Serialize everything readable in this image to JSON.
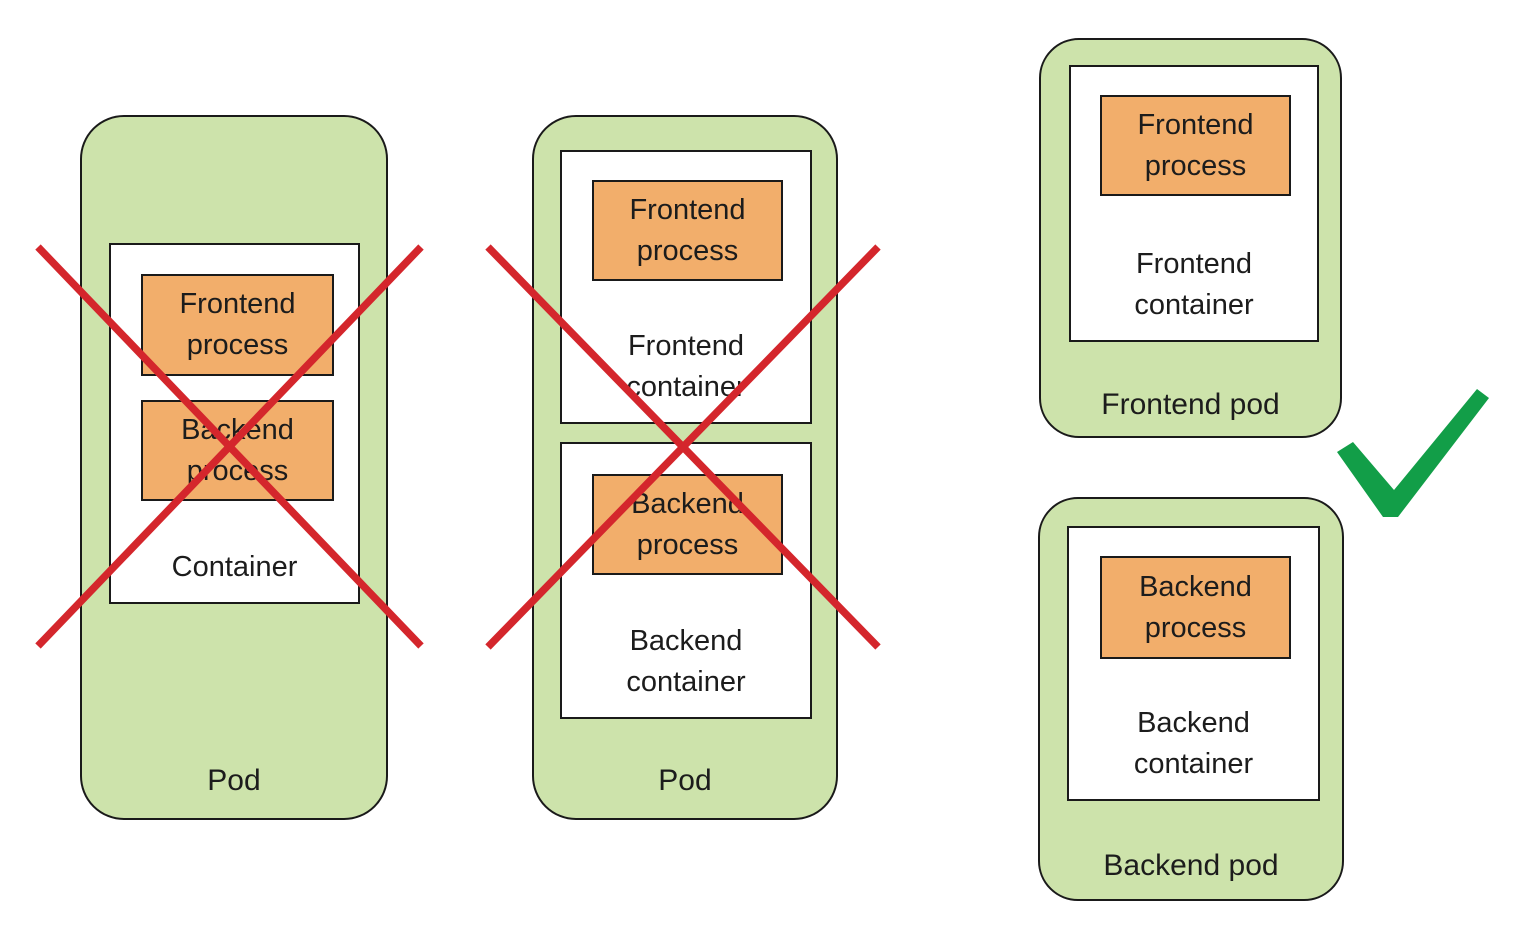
{
  "title": "Pod and container arrangement diagram",
  "colors": {
    "pod_green": "#cde3ab",
    "process_orange": "#f2ae6b",
    "border": "#1a1a1a",
    "cross_red": "#d4262c",
    "check_green": "#129e48",
    "background": "#ffffff",
    "text": "#1c1c1c"
  },
  "panels": [
    {
      "name": "pod-one-container-two-processes",
      "pod_label": "Pod",
      "containers": [
        {
          "label": "Container",
          "processes": [
            "Frontend process",
            "Backend process"
          ]
        }
      ],
      "verdict_icon": "red-cross"
    },
    {
      "name": "pod-two-containers",
      "pod_label": "Pod",
      "containers": [
        {
          "label": "Frontend container",
          "processes": [
            "Frontend process"
          ]
        },
        {
          "label": "Backend container",
          "processes": [
            "Backend process"
          ]
        }
      ],
      "verdict_icon": "red-cross"
    },
    {
      "name": "frontend-pod",
      "pod_label": "Frontend pod",
      "containers": [
        {
          "label": "Frontend container",
          "processes": [
            "Frontend process"
          ]
        }
      ],
      "verdict_icon": "green-check"
    },
    {
      "name": "backend-pod",
      "pod_label": "Backend pod",
      "containers": [
        {
          "label": "Backend container",
          "processes": [
            "Backend process"
          ]
        }
      ],
      "verdict_icon": "green-check"
    }
  ]
}
